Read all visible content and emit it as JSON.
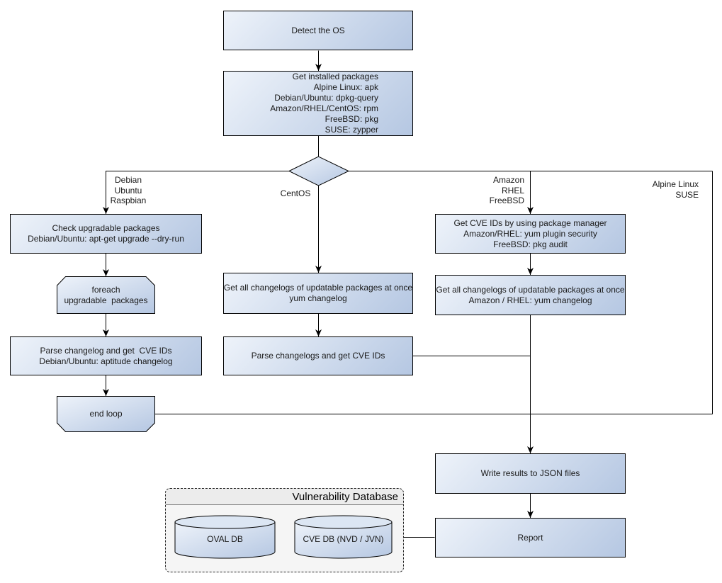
{
  "theme": {
    "node_fill_light": "#eef3fa",
    "node_fill_dark": "#b5c7e2",
    "node_border": "#000000",
    "line_color": "#000000",
    "db_panel_bg": "#f5f5f5",
    "db_header_bg": "#ececec",
    "text_color": "#1a1a1a"
  },
  "nodes": {
    "detect_os": {
      "label": "Detect the OS"
    },
    "get_installed_packages": {
      "label": "Get installed packages\nAlpine Linux: apk\nDebian/Ubuntu: dpkg-query\nAmazon/RHEL/CentOS: rpm\nFreeBSD: pkg\nSUSE: zypper"
    },
    "check_upgradable": {
      "label": "Check upgradable packages\nDebian/Ubuntu: apt-get upgrade --dry-run"
    },
    "foreach_loop": {
      "label": "foreach\nupgradable  packages"
    },
    "parse_changelog_deb": {
      "label": "Parse changelog and get  CVE IDs\nDebian/Ubuntu: aptitude changelog"
    },
    "end_loop": {
      "label": "end loop"
    },
    "yum_changelog": {
      "label": "Get all changelogs of updatable packages at once\nyum changelog"
    },
    "parse_changelogs": {
      "label": "Parse changelogs and get CVE IDs"
    },
    "get_cve_ids_pkg_mgr": {
      "label": "Get CVE IDs by using package manager\nAmazon/RHEL: yum plugin security\nFreeBSD: pkg audit"
    },
    "amazon_rhel_changelog": {
      "label": "Get all changelogs of updatable packages at once\nAmazon / RHEL: yum changelog"
    },
    "write_results": {
      "label": "Write results to JSON files"
    },
    "report": {
      "label": "Report"
    }
  },
  "branch_labels": {
    "debian": "Debian\nUbuntu\nRaspbian",
    "centos": "CentOS",
    "amazon": "Amazon\nRHEL\nFreeBSD",
    "alpine": "Alpine Linux\nSUSE"
  },
  "database": {
    "title": "Vulnerability Database",
    "oval_db": "OVAL DB",
    "cve_db": "CVE DB (NVD / JVN)"
  }
}
